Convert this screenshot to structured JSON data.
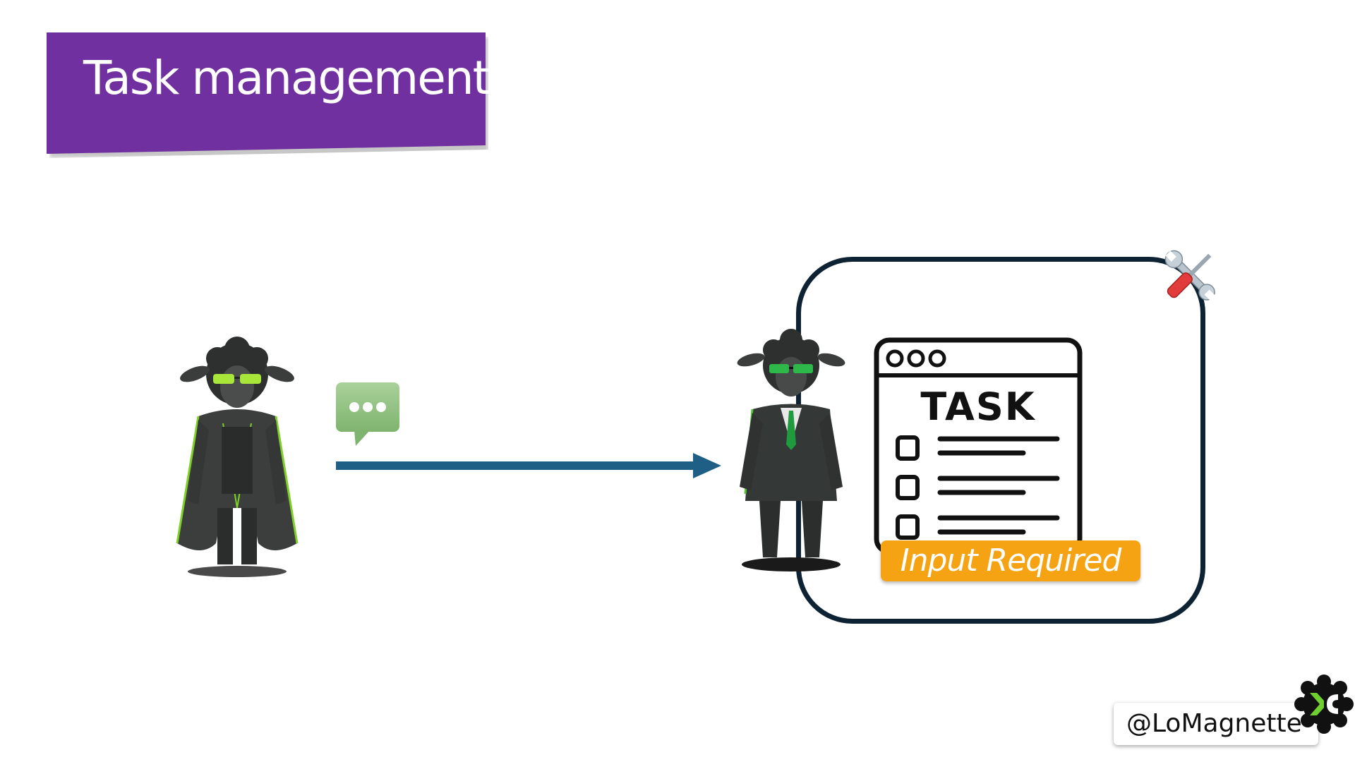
{
  "slide": {
    "title": "Task management"
  },
  "diagram": {
    "task_label": "TASK",
    "status_badge": "Input Required",
    "handle": "@LoMagnette"
  },
  "colors": {
    "title_bg": "#7030a0",
    "arrow": "#1f5f86",
    "box_border": "#0d2333",
    "chat_bubble": "#8dc07c",
    "badge_bg": "#f5a312",
    "logo_green": "#6fcf2e"
  },
  "icons": {
    "message": "chat-bubble-icon",
    "tools": "wrench-screwdriver-icon",
    "task": "task-window-icon",
    "logo": "gear-logo-icon"
  }
}
